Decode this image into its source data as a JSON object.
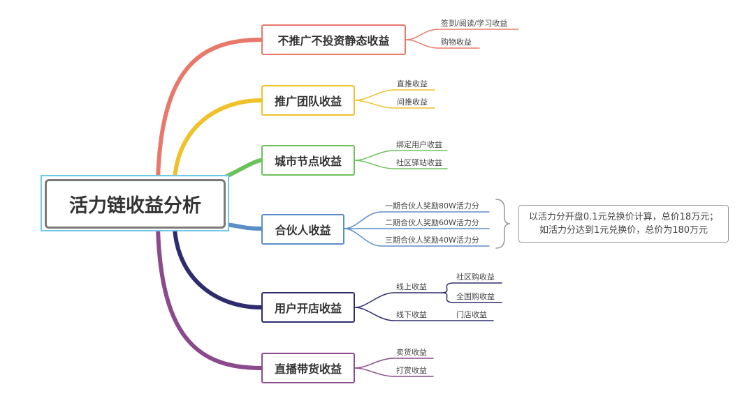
{
  "root": {
    "label": "活力链收益分析"
  },
  "branches": [
    {
      "label": "不推广不投资静态收益",
      "color": "#e8786a",
      "leaves": [
        "签到/阅读/学习收益",
        "购物收益"
      ]
    },
    {
      "label": "推广团队收益",
      "color": "#efc12b",
      "leaves": [
        "直推收益",
        "间推收益"
      ]
    },
    {
      "label": "城市节点收益",
      "color": "#6cc25a",
      "leaves": [
        "绑定用户收益",
        "社区驿站收益"
      ]
    },
    {
      "label": "合伙人收益",
      "color": "#5b8ec7",
      "leaves": [
        "一期合伙人奖励80W活力分",
        "二期合伙人奖励60W活力分",
        "三期合伙人奖励40W活力分"
      ]
    },
    {
      "label": "用户开店收益",
      "color": "#2f2c6e",
      "leaves": [
        "线上收益",
        "线下收益"
      ],
      "subleaves": [
        "社区购收益",
        "全国购收益",
        "门店收益"
      ]
    },
    {
      "label": "直播带货收益",
      "color": "#8a4a8c",
      "leaves": [
        "卖货收益",
        "打赏收益"
      ]
    }
  ],
  "note": {
    "line1": "以活力分开盘0.1元兑换价计算，总价18万元；",
    "line2": "如活力分达到1元兑换价，总价为180万元",
    "border_color": "#9a9a9a"
  }
}
